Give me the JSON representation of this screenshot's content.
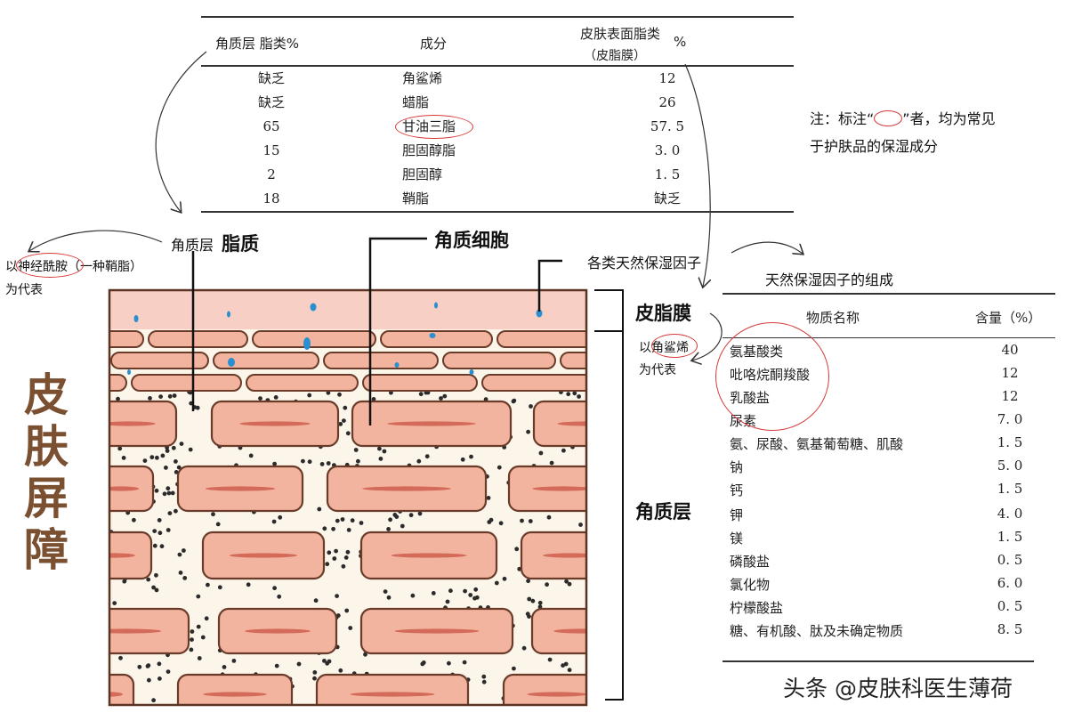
{
  "lipid_table": {
    "headers": {
      "sc_lipid": "角质层 脂类%",
      "component": "成分",
      "surface_lipid_line1": "皮肤表面脂类",
      "surface_lipid_line2": "（皮脂膜）",
      "surface_lipid_unit": "%"
    },
    "rows": [
      {
        "sc": "缺乏",
        "name": "角鲨烯",
        "surface": "12"
      },
      {
        "sc": "缺乏",
        "name": "蜡脂",
        "surface": "26"
      },
      {
        "sc": "65",
        "name": "甘油三脂",
        "surface": "57. 5"
      },
      {
        "sc": "15",
        "name": "胆固醇脂",
        "surface": "3. 0"
      },
      {
        "sc": "2",
        "name": "胆固醇",
        "surface": "1. 5"
      },
      {
        "sc": "18",
        "name": "鞘脂",
        "surface": "缺乏"
      }
    ]
  },
  "note": {
    "line1_a": "注：标注“",
    "line1_b": "”者，均为常见",
    "line2": "于护肤品的保湿成分"
  },
  "labels": {
    "sc_label": "角质层",
    "lipid_label": "脂质",
    "corneocyte": "角质细胞",
    "nmf_label": "各类天然保湿因子",
    "ceramide_prefix": "以",
    "ceramide_name": "神经酰胺",
    "ceramide_suffix": "（一种鞘脂）",
    "ceramide_line2": "为代表",
    "sebum_film": "皮脂膜",
    "squalene_prefix": "以",
    "squalene_name": "角鲨烯",
    "squalene_line2": "为代表",
    "stratum_corneum": "角质层",
    "skin_barrier": [
      "皮",
      "肤",
      "屏",
      "障"
    ]
  },
  "nmf_table": {
    "title": "天然保湿因子的组成",
    "headers": {
      "name": "物质名称",
      "content": "含量（%）"
    },
    "rows": [
      {
        "name": "氨基酸类",
        "value": "40"
      },
      {
        "name": "吡咯烷酮羧酸",
        "value": "12"
      },
      {
        "name": "乳酸盐",
        "value": "12"
      },
      {
        "name": "尿素",
        "value": "7. 0"
      },
      {
        "name": "氨、尿酸、氨基葡萄糖、肌酸",
        "value": "1. 5"
      },
      {
        "name": "钠",
        "value": "5. 0"
      },
      {
        "name": "钙",
        "value": "1. 5"
      },
      {
        "name": "钾",
        "value": "4. 0"
      },
      {
        "name": "镁",
        "value": "1. 5"
      },
      {
        "name": "磷酸盐",
        "value": "0. 5"
      },
      {
        "name": "氯化物",
        "value": "6. 0"
      },
      {
        "name": "柠檬酸盐",
        "value": "0. 5"
      },
      {
        "name": "糖、有机酸、肽及未确定物质",
        "value": "8. 5"
      }
    ]
  },
  "watermark": "头条 @皮肤科医生薄荷",
  "colors": {
    "cell_fill": "#f2b49e",
    "cell_stroke": "#6b3b2a",
    "sebum_pink": "#f7cfc4",
    "nmf_blue": "#2a8fd0",
    "highlight_red": "#d63a3a",
    "title_brown": "#7a5030"
  }
}
